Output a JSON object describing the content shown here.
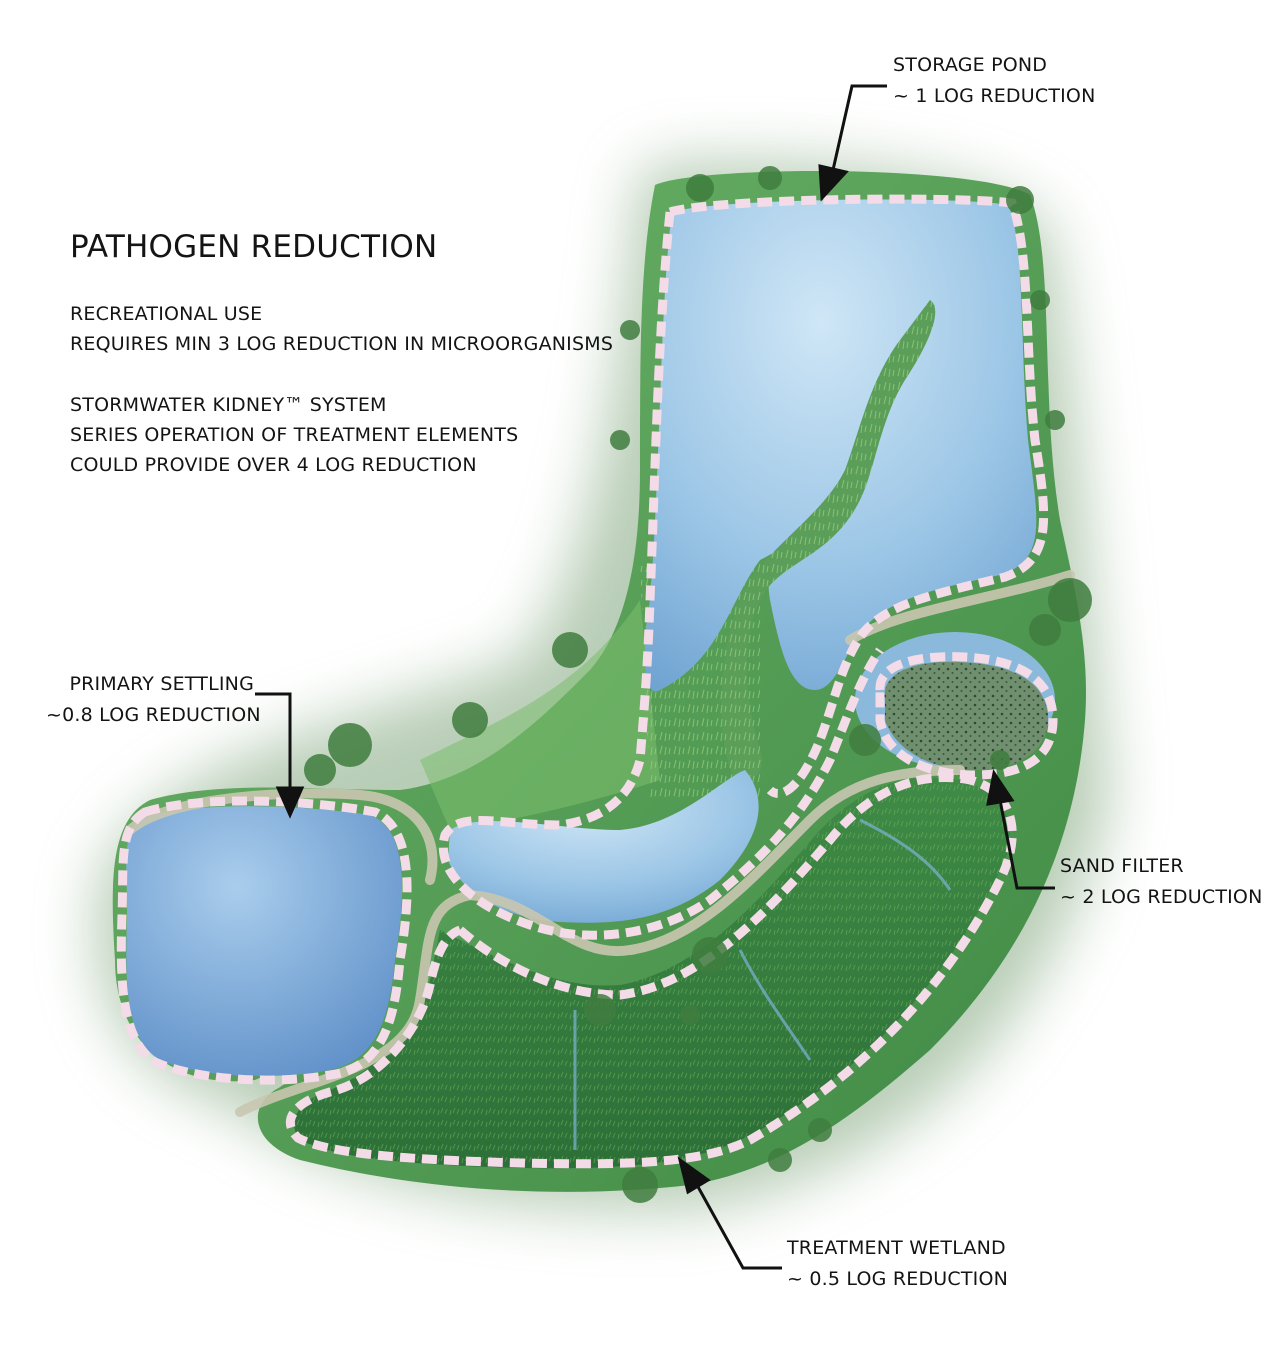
{
  "title": "PATHOGEN REDUCTION",
  "intro": {
    "line1": "RECREATIONAL USE",
    "line2": "REQUIRES MIN 3 LOG REDUCTION IN MICROORGANISMS",
    "line3": "STORMWATER KIDNEY™ SYSTEM",
    "line4": "SERIES OPERATION OF TREATMENT ELEMENTS",
    "line5": "COULD PROVIDE OVER 4 LOG REDUCTION"
  },
  "labels": {
    "storage_pond": {
      "name": "STORAGE POND",
      "reduction": "~ 1 LOG REDUCTION"
    },
    "primary_settling": {
      "name": "PRIMARY SETTLING",
      "reduction": "~0.8 LOG REDUCTION"
    },
    "sand_filter": {
      "name": "SAND FILTER",
      "reduction": "~ 2 LOG REDUCTION"
    },
    "treatment_wetland": {
      "name": "TREATMENT WETLAND",
      "reduction": "~ 0.5 LOG REDUCTION"
    }
  },
  "colors": {
    "water": "#8fbde0",
    "grass": "#4f9a52",
    "wetland": "#2f7a3c",
    "path": "#c9c7b0",
    "boundary_dash": "#f3dbe8",
    "arrow": "#111111"
  }
}
